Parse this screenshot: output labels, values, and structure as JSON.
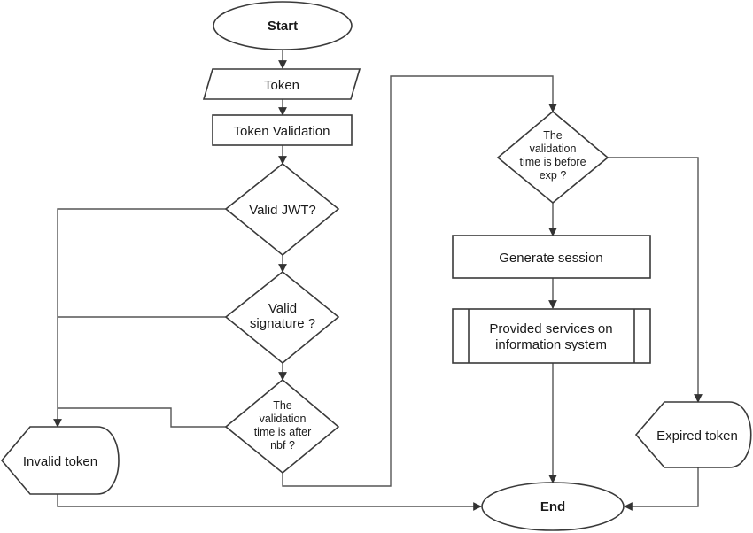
{
  "nodes": {
    "start": "Start",
    "token": "Token",
    "token_validation": "Token Validation",
    "valid_jwt": "Valid JWT?",
    "valid_signature": [
      "Valid",
      "signature ?"
    ],
    "nbf_check": [
      "The",
      "validation",
      "time is after",
      "nbf ?"
    ],
    "exp_check": [
      "The",
      "validation",
      "time is before",
      "exp ?"
    ],
    "generate_session": "Generate session",
    "provided_services": [
      "Provided services on",
      "information system"
    ],
    "invalid_token": "Invalid token",
    "expired_token": "Expired token",
    "end": "End"
  },
  "colors": {
    "stroke": "#3a3a3a",
    "edge": "#555555",
    "fill": "#ffffff",
    "text": "#1a1a1a"
  }
}
